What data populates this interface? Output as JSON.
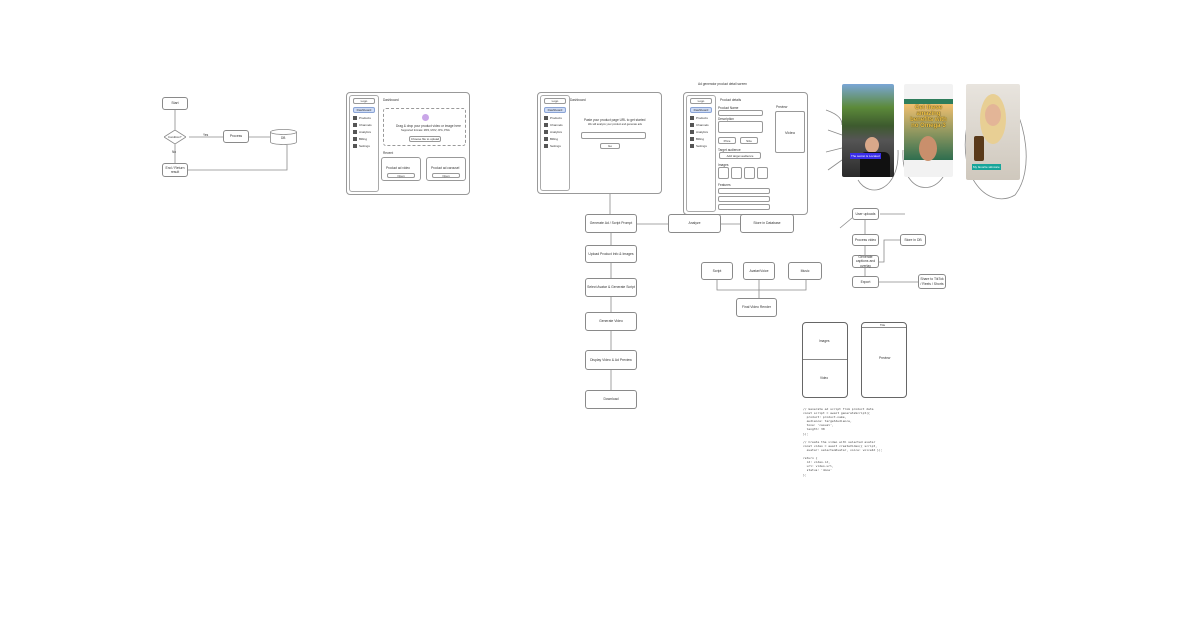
{
  "flow_small": {
    "start": "Start",
    "decision": "Condition?",
    "yes_label": "Yes",
    "no_label": "No",
    "process": "Process",
    "database": "DB",
    "end": "End / Return result"
  },
  "wireframe_upload": {
    "logo": "Logo",
    "nav_active": "Dashboard",
    "nav": [
      "Products",
      "Channels",
      "Analytics",
      "Billing",
      "Settings"
    ],
    "heading": "Dashboard",
    "drop_title": "Drag & drop your product video or image here",
    "drop_sub": "Supported formats: MP4, MOV, JPG, PNG",
    "drop_button": "Choose file to upload",
    "section_label": "Recent",
    "cards": [
      {
        "title": "Product ad video",
        "button": "Open"
      },
      {
        "title": "Product ad carousel",
        "button": "Open"
      }
    ]
  },
  "wireframe_url": {
    "logo": "Logo",
    "nav_active": "Dashboard",
    "nav": [
      "Products",
      "Channels",
      "Analytics",
      "Billing",
      "Settings"
    ],
    "heading": "Dashboard",
    "prompt_title": "Paste your product page URL to get started",
    "prompt_sub": "We will analyze your product and generate ads",
    "url_placeholder": "",
    "go_button": "Go"
  },
  "wireframe_product": {
    "caption": "Ad generator product detail screen",
    "logo": "Logo",
    "nav_active": "Dashboard",
    "nav": [
      "Products",
      "Channels",
      "Analytics",
      "Billing",
      "Settings"
    ],
    "heading": "Product details",
    "name_label": "Product Name",
    "desc_label": "Description",
    "price_btn": "Price",
    "size_btn": "Size",
    "audience_label": "Target audience",
    "audience_btn": "Add target audience",
    "images_label": "Images",
    "features_label": "Features",
    "preview_label": "Preview",
    "preview_text": "Video"
  },
  "flow_main": {
    "steps": [
      "Generate Ad / Script Prompt",
      "Upload Product Info & Images",
      "Select Avatar & Generate Script",
      "Generate Video",
      "Display Video & Ad Preview",
      "Download"
    ],
    "analyze": "Analyze",
    "store": "Store in Database"
  },
  "merge_flow": {
    "inputs": [
      "Script",
      "Avatar/Voice",
      "Music"
    ],
    "output": "Final Video Render"
  },
  "right_flow": {
    "n1": "User uploads",
    "n2": "Process video",
    "n3": "Generate captions and overlay",
    "n4": "Export",
    "side1": "Store in DB",
    "side2": "Share to TikTok / Reels / Shorts"
  },
  "phones": {
    "left_top": "Images",
    "left_bottom": "Video",
    "right_header": "Title",
    "right_body": "Preview"
  },
  "code_lines": [
    "// Generate ad script from product data",
    "const script = await generateScript({",
    "  product: product.name,",
    "  audience: targetAudience,",
    "  tone: 'casual',",
    "  length: 30",
    "});",
    "",
    "// Create the video with selected avatar",
    "const video = await createVideo({ script,",
    "  avatar: selectedAvatar, voice: voiceId });",
    "",
    "return {",
    "  id: video.id,",
    "  url: video.url,",
    "  status: 'done'",
    "};"
  ],
  "photos": [
    {
      "caption": "The secret is Located"
    },
    {
      "headline": "Get these amazing benefits with no Omega-3"
    },
    {
      "caption": "My favorite skincare"
    }
  ],
  "colors": {
    "stroke": "#8a8a8a",
    "nav_active": "#cfdcf5",
    "caption_bg": "#3a2ee8",
    "headline": "#f4c542"
  }
}
